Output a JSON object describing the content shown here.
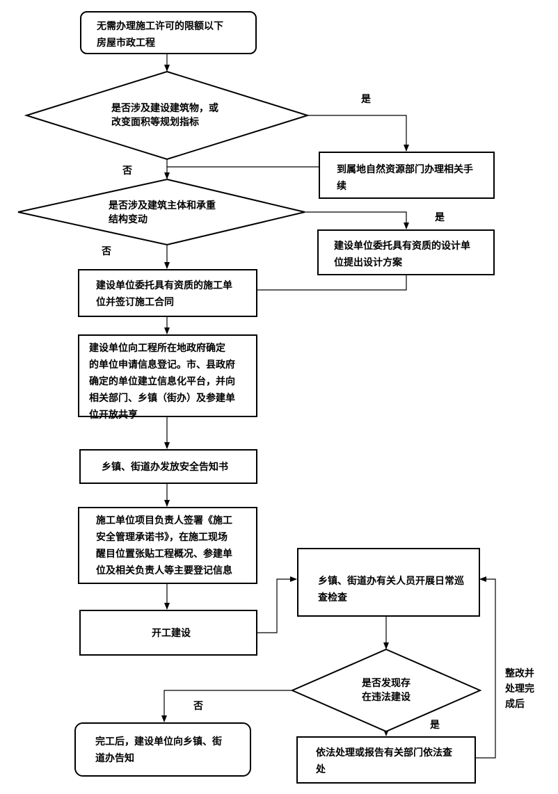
{
  "nodes": {
    "start": "无需办理施工许可的限额以下\n房屋市政工程",
    "d1": "是否涉及建设建筑物，或\n改变面积等规划指标",
    "resource": "到属地自然资源部门办理相关手\n续",
    "d2": "是否涉及建筑主体和承重\n结构变动",
    "design": "建设单位委托具有资质的设计单\n位提出设计方案",
    "contract": "建设单位委托具有资质的施工单\n位并签订施工合同",
    "register": "建设单位向工程所在地政府确定\n的单位申请信息登记。市、县政府\n确定的单位建立信息化平台，并向\n相关部门、乡镇（街办）及参建单\n位开放共享",
    "notice": "乡镇、街道办发放安全告知书",
    "commit": "施工单位项目负责人签署《施工\n安全管理承诺书》，在施工现场\n醒目位置张贴工程概况、参建单\n位及相关负责人等主要登记信息",
    "start_build": "开工建设",
    "inspect": "乡镇、街道办有关人员开展日常巡\n查检查",
    "d3": "是否发现存\n在违法建设",
    "handle": "依法处理或报告有关部门依法查\n处",
    "finish": "完工后，建设单位向乡镇、街\n道办告知"
  },
  "labels": {
    "yes1": "是",
    "no1": "否",
    "yes2": "是",
    "no2": "否",
    "no3": "否",
    "yes3": "是",
    "rectify": "整改并\n处理完\n成后"
  }
}
